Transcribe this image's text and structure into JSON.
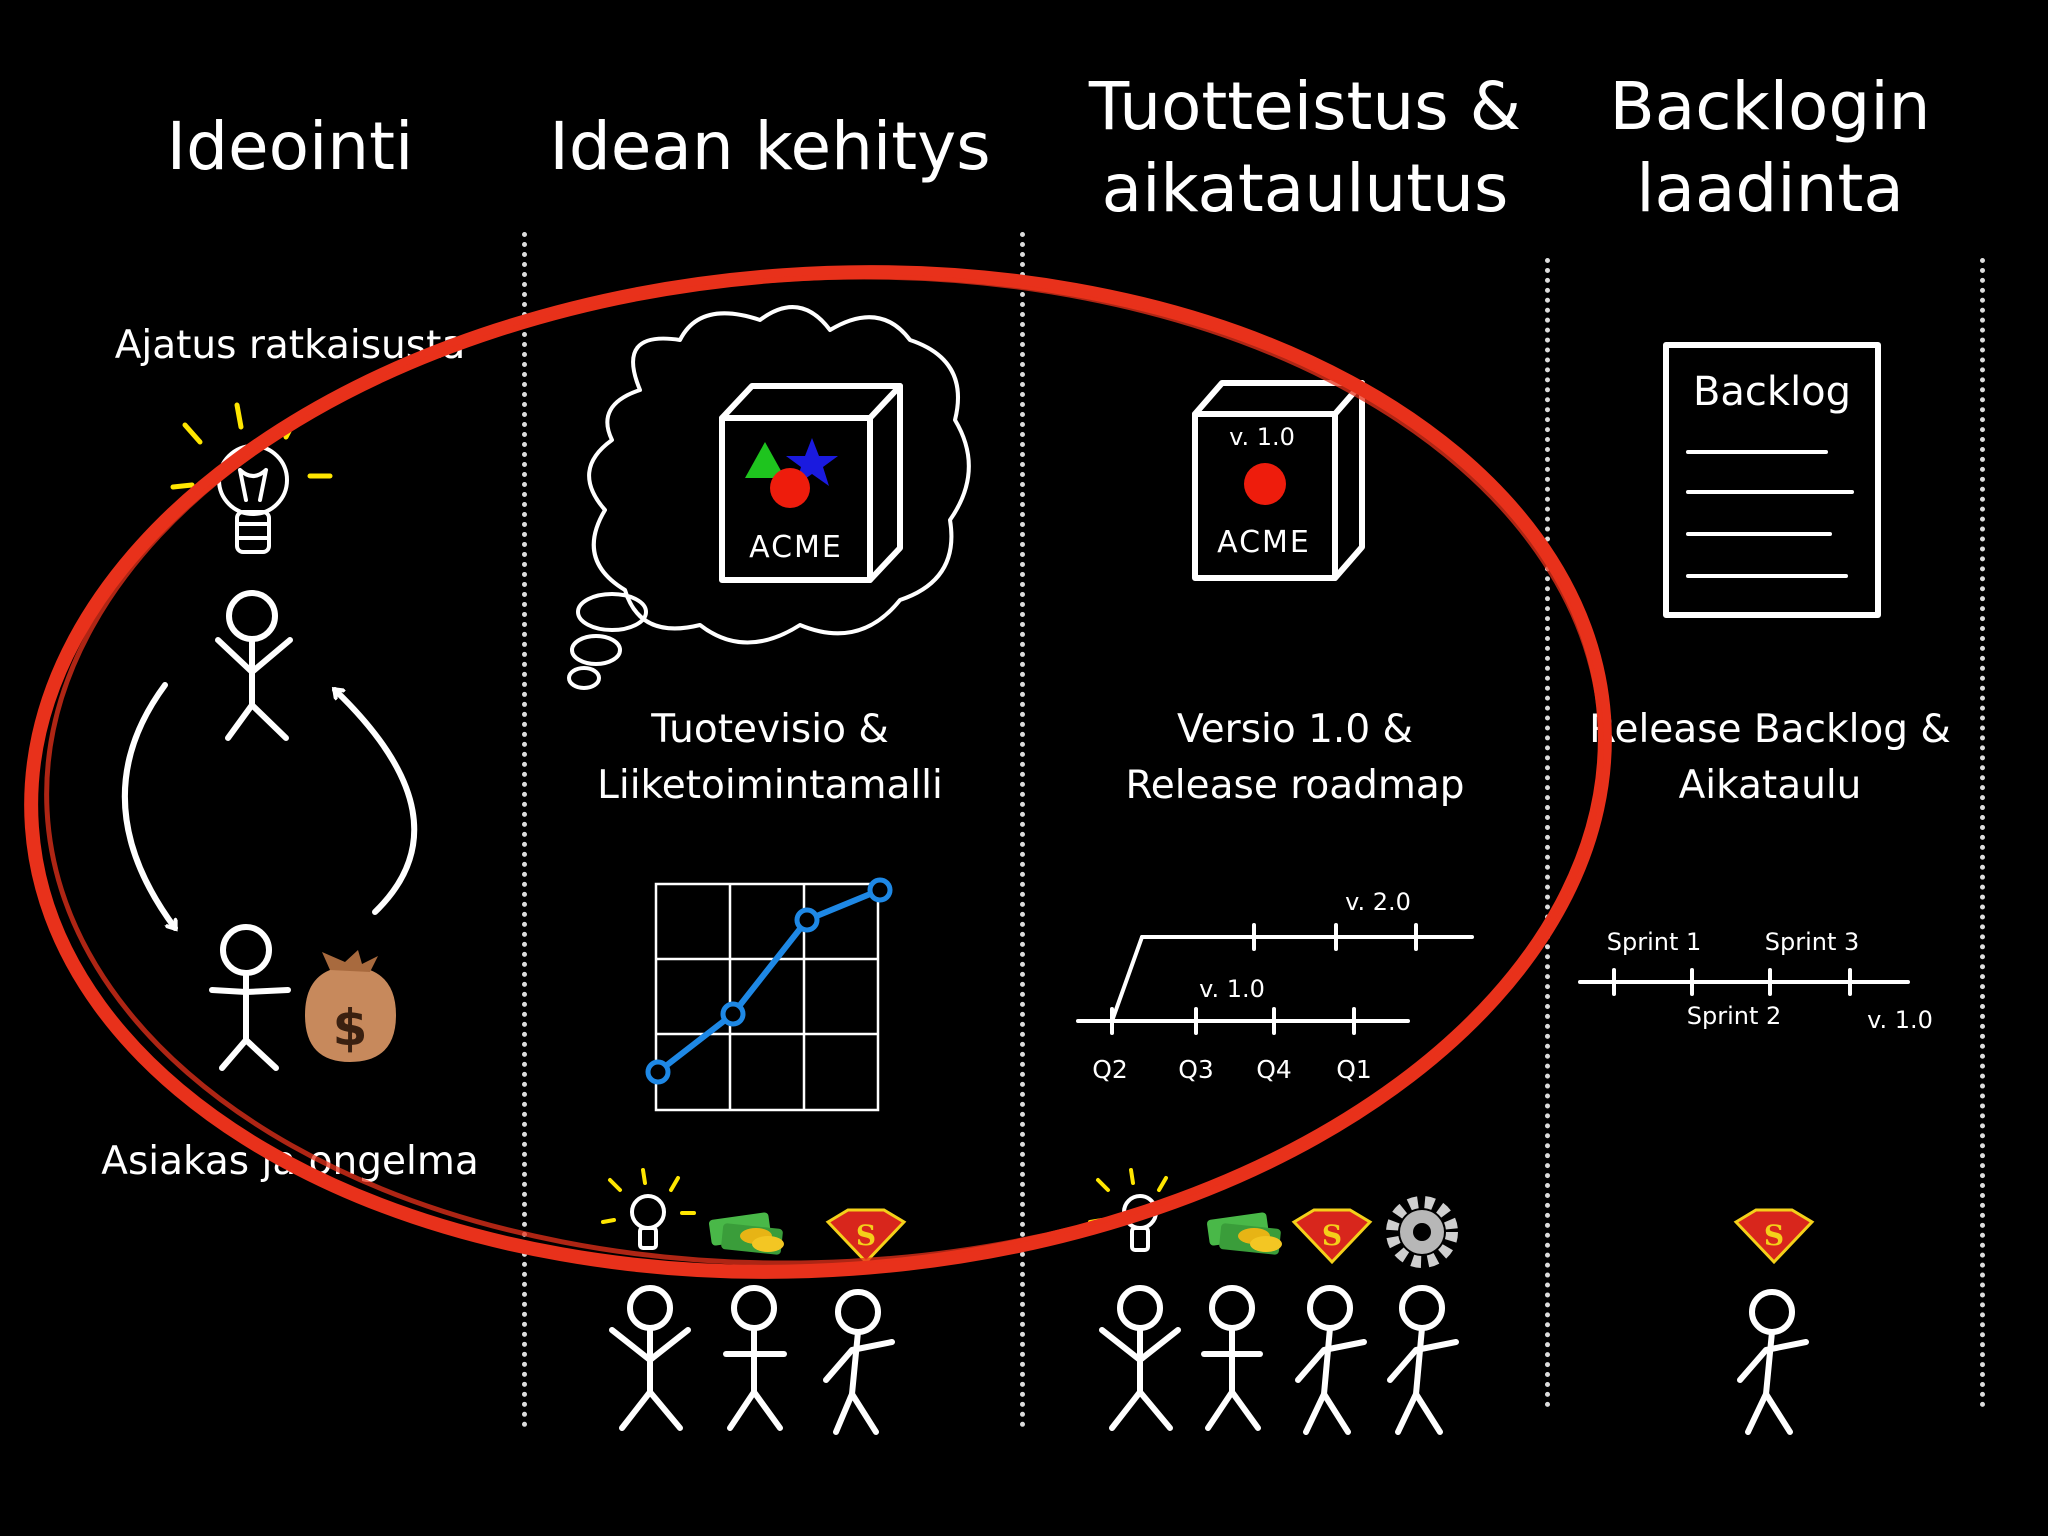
{
  "columns": [
    {
      "title_lines": [
        "Ideointi"
      ],
      "captions": {
        "top": "Ajatus ratkaisusta",
        "bottom": "Asiakas ja ongelma"
      }
    },
    {
      "title_lines": [
        "Idean kehitys"
      ],
      "caption_lines": [
        "Tuotevisio &",
        "Liiketoimintamalli"
      ],
      "box_label": "ACME"
    },
    {
      "title_lines": [
        "Tuotteistus &",
        "aikataulutus"
      ],
      "caption_lines": [
        "Versio 1.0 &",
        "Release roadmap"
      ],
      "box_label": "ACME",
      "box_version": "v. 1.0",
      "roadmap": {
        "quarters": [
          "Q2",
          "Q3",
          "Q4",
          "Q1"
        ],
        "versions": [
          "v. 1.0",
          "v. 2.0"
        ]
      }
    },
    {
      "title_lines": [
        "Backlogin",
        "laadinta"
      ],
      "caption_lines": [
        "Release Backlog &",
        "Aikataulu"
      ],
      "doc_title": "Backlog",
      "timeline": {
        "sprints": [
          "Sprint 1",
          "Sprint 2",
          "Sprint 3"
        ],
        "version": "v. 1.0"
      }
    }
  ],
  "colors": {
    "background": "#000000",
    "ink": "#ffffff",
    "highlight": "#e8311b",
    "chart_line": "#1e88e5",
    "bulb_rays": "#ffe600"
  },
  "icons": [
    "lightbulb-icon",
    "stick-figure-icon",
    "money-bag-icon",
    "thought-cloud-icon",
    "product-box-icon",
    "line-chart-icon",
    "document-icon",
    "cash-icon",
    "superman-logo-icon",
    "gear-icon"
  ]
}
